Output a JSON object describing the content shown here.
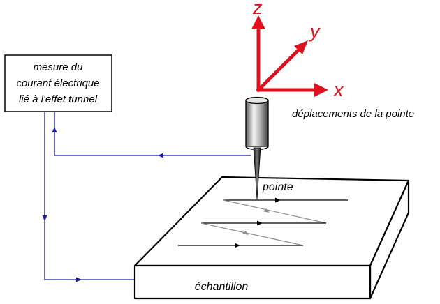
{
  "measure_box": {
    "line1": "mesure du",
    "line2": "courant électrique",
    "line3": "lié à l'effet tunnel"
  },
  "axes": {
    "x_label": "x",
    "y_label": "y",
    "z_label": "z",
    "color": "#e0101f"
  },
  "caption_displacements": "déplacements de la pointe",
  "tip_label": "pointe",
  "sample_label": "échantillon",
  "colors": {
    "circuit": "#1a1aa8",
    "scan_forward": "#000000",
    "scan_return": "#8c8c8c"
  },
  "icons": [
    "scanner-tube-icon",
    "probe-tip-icon"
  ]
}
